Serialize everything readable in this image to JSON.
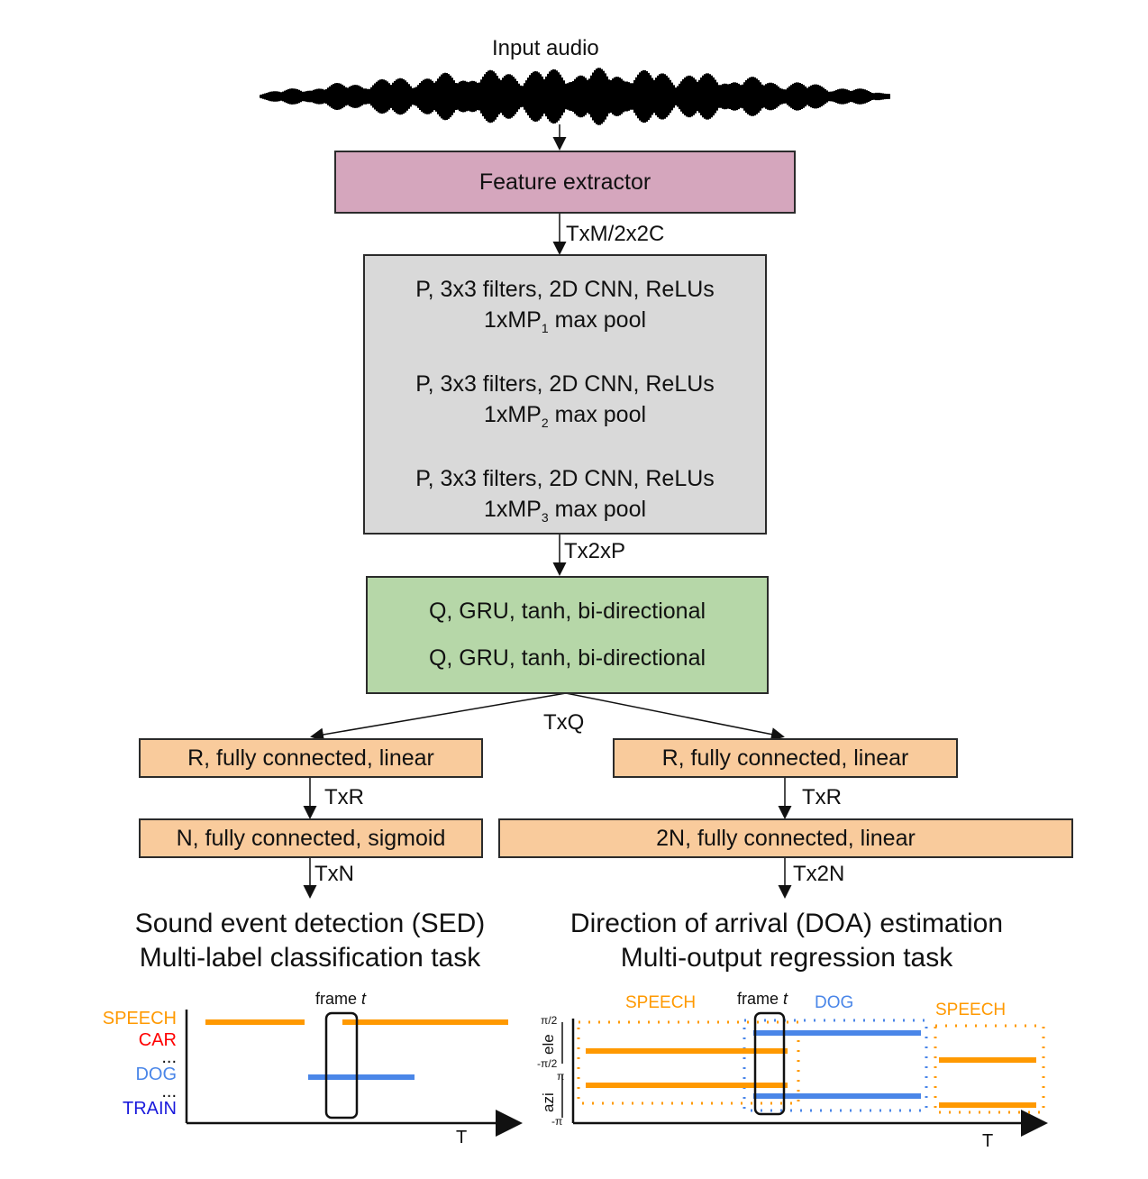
{
  "input_label": "Input audio",
  "feature_extractor": "Feature extractor",
  "dim_feature": "TxM/2x2C",
  "cnn": [
    {
      "line1": "P, 3x3 filters, 2D CNN, ReLUs",
      "pre": "1xMP",
      "sub": "1",
      "post": " max pool"
    },
    {
      "line1": "P, 3x3 filters, 2D CNN, ReLUs",
      "pre": "1xMP",
      "sub": "2",
      "post": " max pool"
    },
    {
      "line1": "P, 3x3 filters, 2D CNN, ReLUs",
      "pre": "1xMP",
      "sub": "3",
      "post": " max pool"
    }
  ],
  "dim_cnn": "Tx2xP",
  "gru": [
    "Q, GRU, tanh, bi-directional",
    "Q, GRU, tanh, bi-directional"
  ],
  "dim_gru": "TxQ",
  "sed": {
    "fc1": "R, fully connected, linear",
    "dim_fc1": "TxR",
    "fc2": "N, fully connected, sigmoid",
    "dim_fc2": "TxN",
    "title": "Sound event detection (SED)",
    "subtitle": "Multi-label classification task",
    "frame_label": "frame ",
    "frame_var": "t",
    "axis_t": "T",
    "classes": [
      {
        "name": "SPEECH",
        "color": "#ff9900"
      },
      {
        "name": "CAR",
        "color": "#ff0000"
      },
      {
        "name": "...",
        "color": "#111111"
      },
      {
        "name": "DOG",
        "color": "#4a86e8"
      },
      {
        "name": "...",
        "color": "#111111"
      },
      {
        "name": "TRAIN",
        "color": "#1a1adc"
      }
    ]
  },
  "doa": {
    "fc1": "R, fully connected, linear",
    "dim_fc1": "TxR",
    "fc2": "2N, fully connected, linear",
    "dim_fc2": "Tx2N",
    "title": "Direction of arrival (DOA) estimation",
    "subtitle": "Multi-output regression task",
    "frame_label": "frame ",
    "frame_var": "t",
    "axis_t": "T",
    "speech_label_1": "SPEECH",
    "dog_label": "DOG",
    "speech_label_2": "SPEECH",
    "ele_label": "ele",
    "azi_label": "azi",
    "ticks": [
      "π/2",
      "-π/2",
      "π",
      "-π"
    ]
  },
  "colors": {
    "speech": "#ff9900",
    "dog": "#4a86e8",
    "car": "#ff0000",
    "train": "#1a1adc"
  }
}
